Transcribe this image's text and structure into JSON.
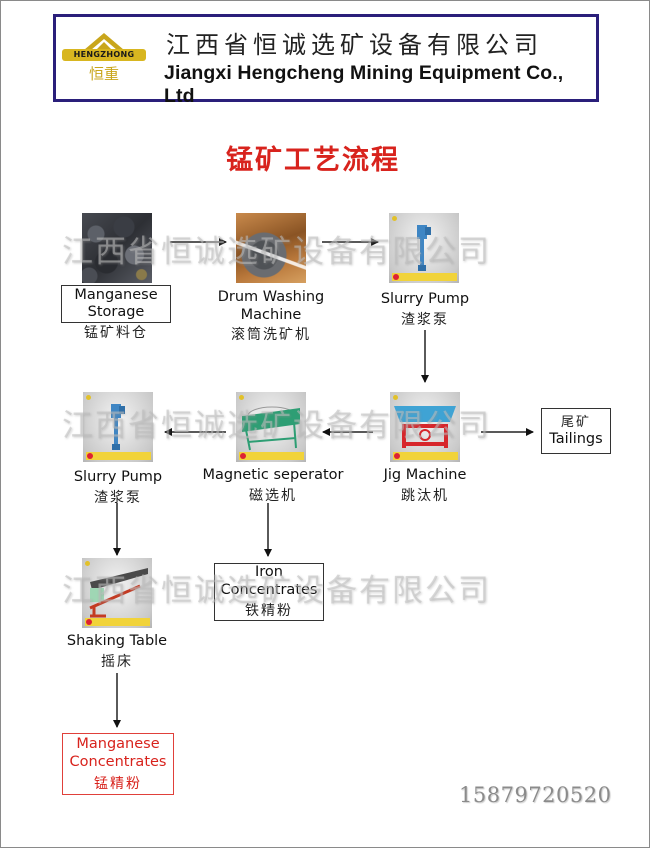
{
  "header": {
    "logo": {
      "brand": "HENGZHONG",
      "brand_cn": "恒重"
    },
    "company_cn": "江西省恒诚选矿设备有限公司",
    "company_en": "Jiangxi Hengcheng Mining Equipment Co., Ltd"
  },
  "title": "锰矿工艺流程",
  "watermark": "江西省恒诚选矿设备有限公司",
  "nodes": {
    "manganese_storage": {
      "en_line1": "Manganese",
      "en_line2": "Storage",
      "cn": "锰矿料仓"
    },
    "drum_washing": {
      "en_line1": "Drum Washing",
      "en_line2": "Machine",
      "cn": "滚筒洗矿机"
    },
    "slurry_pump_1": {
      "en": "Slurry Pump",
      "cn": "渣浆泵"
    },
    "jig_machine": {
      "en": "Jig Machine",
      "cn": "跳汰机"
    },
    "tailings": {
      "cn": "尾矿",
      "en": "Tailings"
    },
    "magnetic_separator": {
      "en": "Magnetic seperator",
      "cn": "磁选机"
    },
    "slurry_pump_2": {
      "en": "Slurry Pump",
      "cn": "渣浆泵"
    },
    "iron_concentrates": {
      "en_line1": "Iron",
      "en_line2": "Concentrates",
      "cn": "铁精粉"
    },
    "shaking_table": {
      "en": "Shaking Table",
      "cn": "摇床"
    },
    "manganese_concentrates": {
      "en_line1": "Manganese",
      "en_line2": "Concentrates",
      "cn": "锰精粉"
    }
  },
  "icons": {
    "storage": "ore-pile-photo",
    "drum": "drum-washer-photo",
    "pump": "slurry-pump-photo",
    "jig": "jig-machine-photo",
    "magnetic": "magnetic-separator-photo",
    "table": "shaking-table-photo"
  },
  "colors": {
    "header_border": "#2a1f7a",
    "title": "#d8231d",
    "final_product": "#e0403a",
    "logo_gold": "#d8b620"
  },
  "phone": "15879720520"
}
